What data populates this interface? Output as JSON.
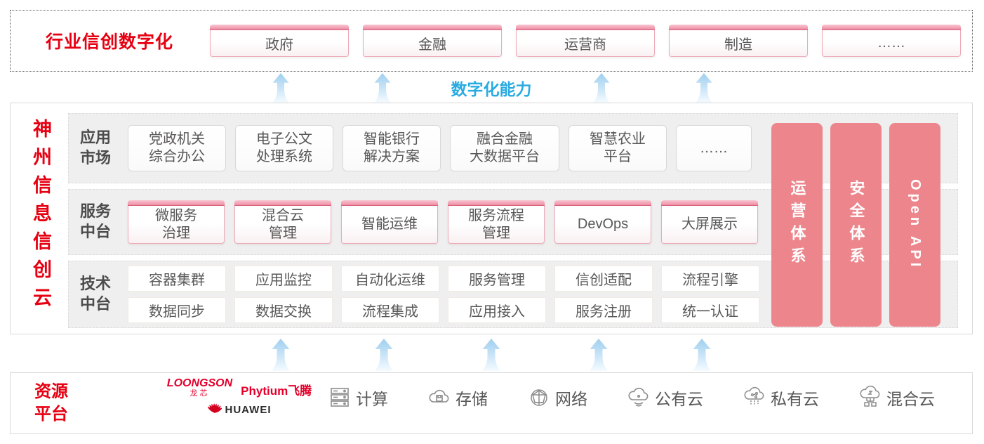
{
  "top_banner": {
    "title": "行业信创数字化",
    "industries": [
      {
        "label": "政府"
      },
      {
        "label": "金融"
      },
      {
        "label": "运营商"
      },
      {
        "label": "制造"
      },
      {
        "label": "……"
      }
    ]
  },
  "capability_label": "数字化能力",
  "platform": {
    "title": "神州信息信创云",
    "app_row": {
      "label": "应用\n市场",
      "cards": [
        {
          "label": "党政机关\n综合办公"
        },
        {
          "label": "电子公文\n处理系统"
        },
        {
          "label": "智能银行\n解决方案"
        },
        {
          "label": "融合金融\n大数据平台"
        },
        {
          "label": "智慧农业\n平台"
        },
        {
          "label": "……"
        }
      ]
    },
    "service_row": {
      "label": "服务\n中台",
      "cards": [
        {
          "label": "微服务\n治理"
        },
        {
          "label": "混合云\n管理"
        },
        {
          "label": "智能运维"
        },
        {
          "label": "服务流程\n管理"
        },
        {
          "label": "DevOps"
        },
        {
          "label": "大屏展示"
        }
      ]
    },
    "tech_row": {
      "label": "技术\n中台",
      "row1": [
        {
          "label": "容器集群"
        },
        {
          "label": "应用监控"
        },
        {
          "label": "自动化运维"
        },
        {
          "label": "服务管理"
        },
        {
          "label": "信创适配"
        },
        {
          "label": "流程引擎"
        }
      ],
      "row2": [
        {
          "label": "数据同步"
        },
        {
          "label": "数据交换"
        },
        {
          "label": "流程集成"
        },
        {
          "label": "应用接入"
        },
        {
          "label": "服务注册"
        },
        {
          "label": "统一认证"
        }
      ]
    },
    "side_bars": [
      {
        "label": "运营体系"
      },
      {
        "label": "安全体系"
      },
      {
        "label": "Open API"
      }
    ]
  },
  "resource": {
    "title": "资源\n平台",
    "vendors": {
      "loongson": "LOONGSON",
      "loongson_cn": "龙芯",
      "phytium": "Phytium飞腾",
      "huawei": "HUAWEI"
    },
    "items": [
      {
        "icon": "compute-server-icon",
        "label": "计算"
      },
      {
        "icon": "storage-cloud-icon",
        "label": "存储"
      },
      {
        "icon": "network-globe-icon",
        "label": "网络"
      },
      {
        "icon": "public-cloud-icon",
        "label": "公有云"
      },
      {
        "icon": "private-cloud-icon",
        "label": "私有云"
      },
      {
        "icon": "hybrid-cloud-icon",
        "label": "混合云"
      }
    ]
  },
  "colors": {
    "brand_red": "#e60012",
    "bar_pink": "#ec868c",
    "capability_blue": "#29abe2",
    "row_gray": "#efefef"
  }
}
